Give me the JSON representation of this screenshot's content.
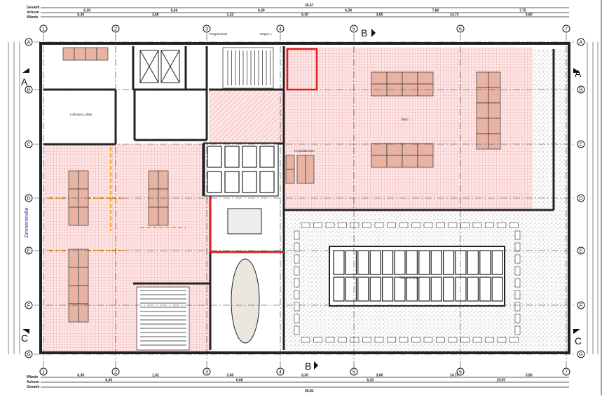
{
  "dimension_rows": {
    "labels": [
      "Gesamt",
      "Achsen",
      "Wände"
    ],
    "top_total": "26,67",
    "top_axes": [
      "6,30",
      "6,66",
      "6,30",
      "6,30",
      "7,80",
      "7,75"
    ],
    "top_walls": [
      "6,30",
      "3,60",
      "1,32",
      "6,30",
      "3,60",
      "14,73",
      "3,60"
    ],
    "bottom_total": "26,81",
    "bottom_axes": [
      "6,30",
      "6,66",
      "6,30",
      "19,55"
    ],
    "bottom_walls": [
      "6,30",
      "1,32",
      "3,60",
      "6,30",
      "3,60",
      "14,73",
      "3,60"
    ]
  },
  "axes": {
    "columns": [
      "1",
      "2",
      "3",
      "4",
      "5",
      "6",
      "7"
    ],
    "rows": [
      "A",
      "B",
      "C",
      "D",
      "E",
      "F",
      "G"
    ]
  },
  "section_markers": {
    "a": "A",
    "b": "B",
    "c": "C"
  },
  "rooms": {
    "lobby": "Luftraum Lobby",
    "stair_main": "Treppenhaus",
    "stair_1": "Treppe 1",
    "street": "Zimmerstraße",
    "garden": "Gartenanlage",
    "office_right": "Büro",
    "project_area": "Projektbereich"
  },
  "colors": {
    "office_hatch": "#f4a8a8",
    "wall": "#222222",
    "desk": "#e9b3a3",
    "fire_line": "#e02020",
    "escape_route": "#f5a623"
  }
}
